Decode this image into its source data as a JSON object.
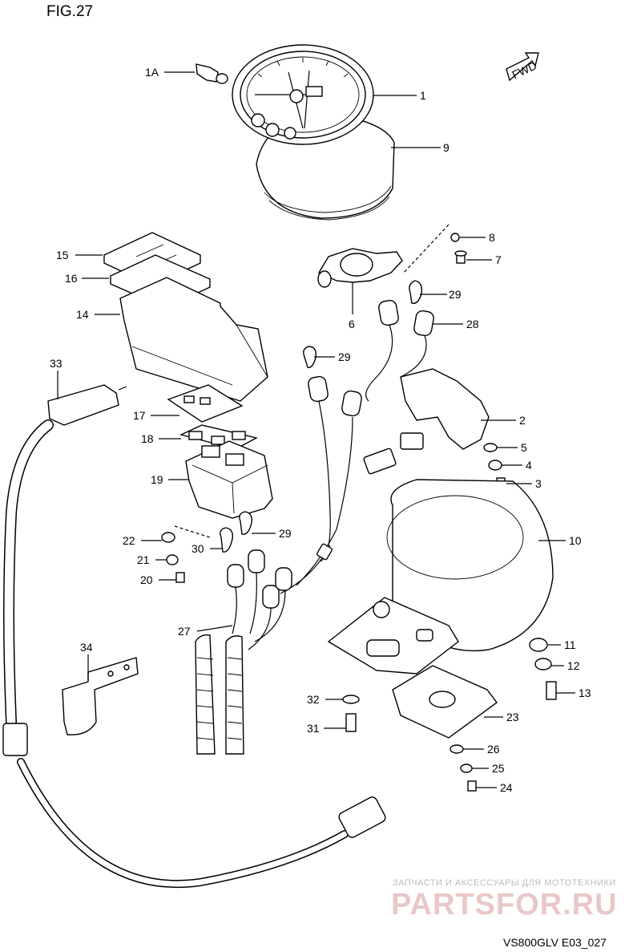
{
  "figure": {
    "title": "FIG.27",
    "code": "VS800GLV E03_027"
  },
  "direction_badge": "FWD",
  "watermark": {
    "tagline": "ЗАПЧАСТИ И АКСЕССУАРЫ ДЛЯ МОТОТЕХНИКИ",
    "brand": "PARTSFOR.RU"
  },
  "callouts": [
    {
      "id": "1A",
      "label": "1A"
    },
    {
      "id": "1",
      "label": "1"
    },
    {
      "id": "9",
      "label": "9"
    },
    {
      "id": "8",
      "label": "8"
    },
    {
      "id": "7",
      "label": "7"
    },
    {
      "id": "15",
      "label": "15"
    },
    {
      "id": "16",
      "label": "16"
    },
    {
      "id": "29a",
      "label": "29"
    },
    {
      "id": "6",
      "label": "6"
    },
    {
      "id": "14",
      "label": "14"
    },
    {
      "id": "28",
      "label": "28"
    },
    {
      "id": "29b",
      "label": "29"
    },
    {
      "id": "33",
      "label": "33"
    },
    {
      "id": "17",
      "label": "17"
    },
    {
      "id": "2",
      "label": "2"
    },
    {
      "id": "18",
      "label": "18"
    },
    {
      "id": "5",
      "label": "5"
    },
    {
      "id": "4",
      "label": "4"
    },
    {
      "id": "19",
      "label": "19"
    },
    {
      "id": "3",
      "label": "3"
    },
    {
      "id": "22",
      "label": "22"
    },
    {
      "id": "29c",
      "label": "29"
    },
    {
      "id": "10",
      "label": "10"
    },
    {
      "id": "30",
      "label": "30"
    },
    {
      "id": "21",
      "label": "21"
    },
    {
      "id": "20",
      "label": "20"
    },
    {
      "id": "27",
      "label": "27"
    },
    {
      "id": "11",
      "label": "11"
    },
    {
      "id": "34",
      "label": "34"
    },
    {
      "id": "12",
      "label": "12"
    },
    {
      "id": "13",
      "label": "13"
    },
    {
      "id": "32",
      "label": "32"
    },
    {
      "id": "23",
      "label": "23"
    },
    {
      "id": "31",
      "label": "31"
    },
    {
      "id": "26",
      "label": "26"
    },
    {
      "id": "25",
      "label": "25"
    },
    {
      "id": "24",
      "label": "24"
    }
  ]
}
